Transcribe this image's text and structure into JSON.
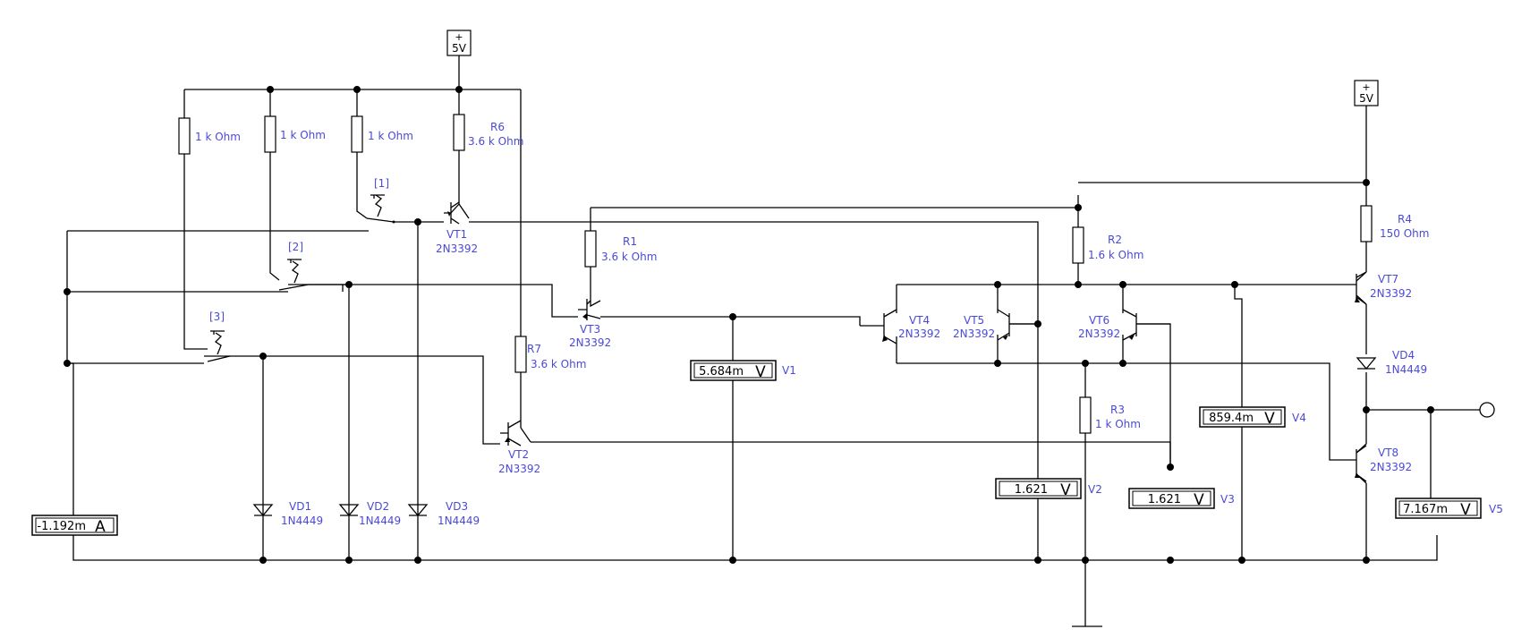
{
  "supplies": [
    {
      "id": "supply-top",
      "label": "5V",
      "sign": "+"
    },
    {
      "id": "supply-right",
      "label": "5V",
      "sign": "+"
    }
  ],
  "resistors": [
    {
      "id": "ra",
      "value": "1 k Ohm"
    },
    {
      "id": "rb",
      "value": "1 k Ohm"
    },
    {
      "id": "rc",
      "value": "1 k Ohm"
    },
    {
      "id": "r6",
      "name": "R6",
      "value": "3.6 k Ohm"
    },
    {
      "id": "r1",
      "name": "R1",
      "value": "3.6 k Ohm"
    },
    {
      "id": "r7",
      "name": "R7",
      "value": "3.6 k Ohm"
    },
    {
      "id": "r2",
      "name": "R2",
      "value": "1.6 k Ohm"
    },
    {
      "id": "r3",
      "name": "R3",
      "value": "1 k Ohm"
    },
    {
      "id": "r4",
      "name": "R4",
      "value": "150  Ohm"
    }
  ],
  "switches": [
    {
      "id": "s1",
      "key": "[1]"
    },
    {
      "id": "s2",
      "key": "[2]"
    },
    {
      "id": "s3",
      "key": "[3]"
    }
  ],
  "transistors": [
    {
      "id": "vt1",
      "name": "VT1",
      "model": "2N3392"
    },
    {
      "id": "vt2",
      "name": "VT2",
      "model": "2N3392"
    },
    {
      "id": "vt3",
      "name": "VT3",
      "model": "2N3392"
    },
    {
      "id": "vt4",
      "name": "VT4",
      "model": "2N3392"
    },
    {
      "id": "vt5",
      "name": "VT5",
      "model": "2N3392"
    },
    {
      "id": "vt6",
      "name": "VT6",
      "model": "2N3392"
    },
    {
      "id": "vt7",
      "name": "VT7",
      "model": "2N3392"
    },
    {
      "id": "vt8",
      "name": "VT8",
      "model": "2N3392"
    }
  ],
  "diodes": [
    {
      "id": "vd1",
      "name": "VD1",
      "model": "1N4449"
    },
    {
      "id": "vd2",
      "name": "VD2",
      "model": "1N4449"
    },
    {
      "id": "vd3",
      "name": "VD3",
      "model": "1N4449"
    },
    {
      "id": "vd4",
      "name": "VD4",
      "model": "1N4449"
    }
  ],
  "meters": [
    {
      "id": "ammeter",
      "value": "-1.192m",
      "unit": "A",
      "name": ""
    },
    {
      "id": "v1",
      "value": "5.684m",
      "unit": "V",
      "name": "V1"
    },
    {
      "id": "v2",
      "value": "1.621",
      "unit": "V",
      "name": "V2"
    },
    {
      "id": "v3",
      "value": "1.621",
      "unit": "V",
      "name": "V3"
    },
    {
      "id": "v4",
      "value": "859.4m",
      "unit": "V",
      "name": "V4"
    },
    {
      "id": "v5",
      "value": "7.167m",
      "unit": "V",
      "name": "V5"
    }
  ]
}
